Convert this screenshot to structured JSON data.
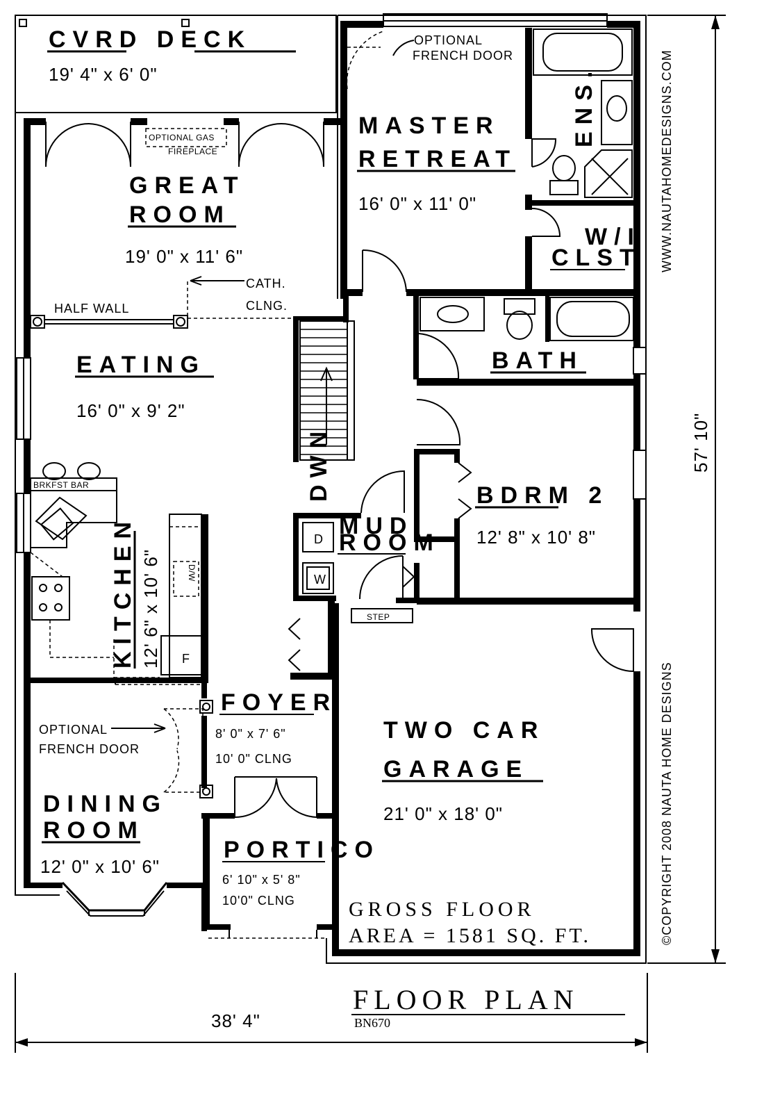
{
  "rooms": {
    "deck": {
      "name": "CVRD DECK",
      "size": "19' 4\" x 6' 0\""
    },
    "great_room": {
      "name_line1": "GREAT",
      "name_line2": "ROOM",
      "size": "19' 0\" x 11' 6\""
    },
    "master": {
      "name_line1": "MASTER",
      "name_line2": "RETREAT",
      "size": "16' 0\" x 11' 0\""
    },
    "ensuite": {
      "name": "ENS."
    },
    "walkin_closet": {
      "name_line1": "W/I",
      "name_line2": "CLST"
    },
    "bath": {
      "name": "BATH"
    },
    "eating": {
      "name": "EATING",
      "size": "16' 0\" x 9' 2\""
    },
    "bedroom2": {
      "name": "BDRM 2",
      "size": "12' 8\" x 10' 8\""
    },
    "mud_room": {
      "name_line1": "MUD",
      "name_line2": "ROOM"
    },
    "kitchen": {
      "name": "KITCHEN",
      "size": "12' 6\" x 10' 6\""
    },
    "foyer": {
      "name": "FOYER",
      "size": "8' 0\" x 7' 6\"",
      "ceiling": "10' 0\" CLNG"
    },
    "dining": {
      "name_line1": "DINING",
      "name_line2": "ROOM",
      "size": "12' 0\" x 10' 6\""
    },
    "portico": {
      "name": "PORTICO",
      "size": "6' 10\" x 5' 8\"",
      "ceiling": "10'0\" CLNG"
    },
    "garage": {
      "name_line1": "TWO CAR",
      "name_line2": "GARAGE",
      "size": "21' 0\" x 18' 0\""
    }
  },
  "annotations": {
    "optional_french_door_top_1": "OPTIONAL",
    "optional_french_door_top_2": "FRENCH DOOR",
    "optional_gas": "OPTIONAL GAS",
    "fireplace": "FIREPLACE",
    "cath": "CATH.",
    "clng": "CLNG.",
    "half_wall": "HALF WALL",
    "brkfst_bar": "BRKFST BAR",
    "dwn": "DWN",
    "step": "STEP",
    "dw": "D/W",
    "fridge": "F",
    "dryer": "D",
    "washer": "W",
    "optional_french_door_dining_1": "OPTIONAL",
    "optional_french_door_dining_2": "FRENCH DOOR"
  },
  "dimensions": {
    "width": "38' 4\"",
    "depth": "57' 10\""
  },
  "gross_area": {
    "line1": "GROSS FLOOR",
    "line2": "AREA = 1581 SQ. FT."
  },
  "website": "WWW.NAUTAHOMEDESIGNS.COM",
  "copyright": "©COPYRIGHT 2008 NAUTA HOME DESIGNS",
  "title": "FLOOR PLAN",
  "plan_number": "BN670"
}
